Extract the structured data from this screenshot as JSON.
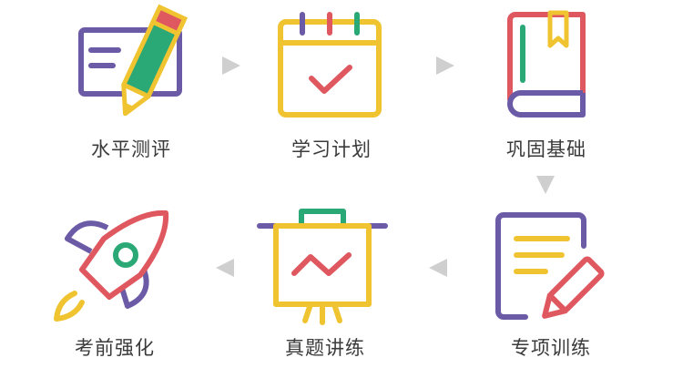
{
  "steps": [
    {
      "label": "水平测评",
      "icon": "pencil-on-board-icon"
    },
    {
      "label": "学习计划",
      "icon": "calendar-check-icon"
    },
    {
      "label": "巩固基础",
      "icon": "book-bookmark-icon"
    },
    {
      "label": "专项训练",
      "icon": "notepad-pencil-icon"
    },
    {
      "label": "真题讲练",
      "icon": "presentation-board-icon"
    },
    {
      "label": "考前强化",
      "icon": "rocket-icon"
    }
  ],
  "colors": {
    "purple": "#6b5aa6",
    "yellow": "#f0c330",
    "red": "#e0585f",
    "green": "#2aa876",
    "arrow": "#cfcfcf",
    "text": "#3a3a3a"
  }
}
